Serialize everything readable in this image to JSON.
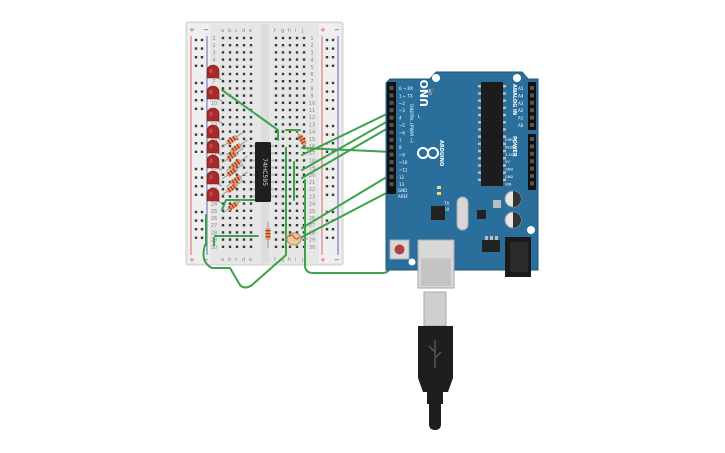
{
  "breadboard": {
    "rail_plus": "+",
    "rail_minus": "−",
    "col_letters_left": [
      "a",
      "b",
      "c",
      "d",
      "e"
    ],
    "col_letters_right": [
      "f",
      "g",
      "h",
      "i",
      "j"
    ],
    "row_numbers": [
      "1",
      "2",
      "3",
      "4",
      "5",
      "6",
      "7",
      "8",
      "9",
      "10",
      "11",
      "12",
      "13",
      "14",
      "15",
      "16",
      "17",
      "18",
      "19",
      "20",
      "21",
      "22",
      "23",
      "24",
      "25",
      "26",
      "27",
      "28",
      "29",
      "30"
    ]
  },
  "chip": {
    "label": "74HC595"
  },
  "arduino": {
    "model": "UNO",
    "brand": "ARDUINO",
    "digital_label": "DIGITAL (PWM ~)",
    "analog_label": "ANALOG IN",
    "power_label": "POWER",
    "aref": "AREF",
    "gnd": "GND",
    "tx": "TX",
    "rx": "RX",
    "l": "L",
    "on": "ON",
    "icsp": "ICSP",
    "digital_pins": [
      "0 ➝ RX",
      "1 ← TX",
      "~2",
      "~3",
      "4",
      "~5",
      "~6",
      "7",
      "8",
      "~9",
      "~10",
      "~11",
      "12",
      "13"
    ],
    "analog_pins": [
      "A0",
      "A1",
      "A2",
      "A3",
      "A4",
      "A5"
    ],
    "power_pins": [
      "IOREF",
      "RESET",
      "3.3V",
      "5V",
      "GND",
      "GND",
      "VIN"
    ]
  },
  "colors": {
    "board_blue": "#2a6f9c",
    "wire_green": "#3ba34a",
    "led_red": "#a52a2a",
    "breadboard_bg": "#ebebeb"
  },
  "icons": [
    "led-icon",
    "resistor-icon",
    "photoresistor-icon",
    "usb-cable-icon",
    "reset-button-icon",
    "power-jack-icon"
  ]
}
